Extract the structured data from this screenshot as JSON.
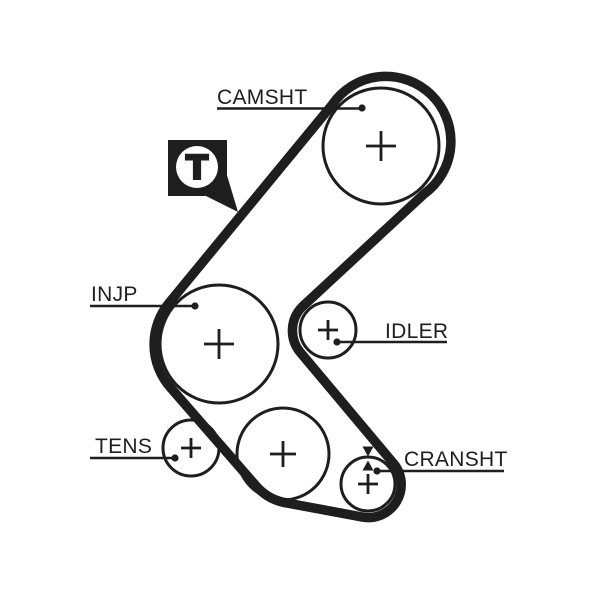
{
  "diagram": {
    "type": "timing-belt-routing",
    "background_color": "#ffffff",
    "ink_color": "#1e1e1e",
    "labels": {
      "camshaft": "CAMSHT",
      "injection_pump": "INJP",
      "idler": "IDLER",
      "tensioner": "TENS",
      "crankshaft": "CRANSHT"
    },
    "tensioner_icon": {
      "letter": "T"
    }
  }
}
